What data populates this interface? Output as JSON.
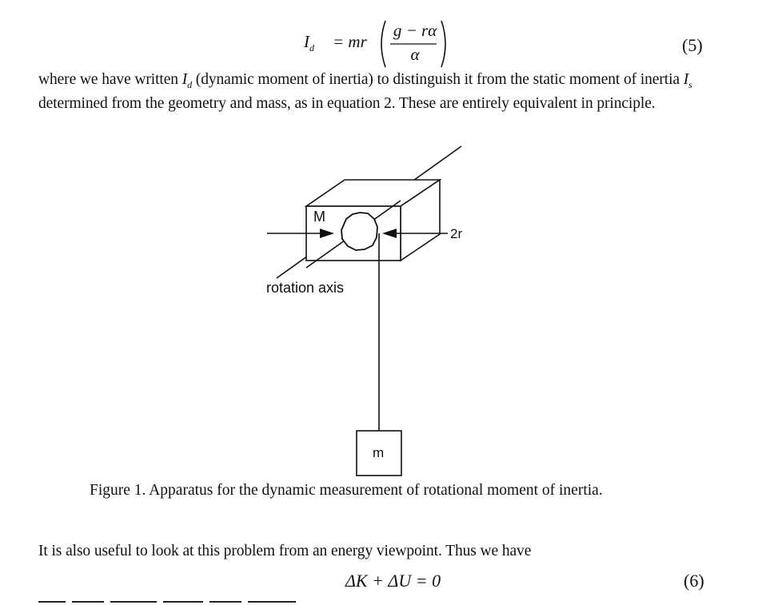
{
  "equation5": {
    "lhs_symbol": "I",
    "lhs_subscript": "d",
    "equals_mr": "= mr",
    "numerator": "g − rα",
    "denominator": "α",
    "number": "(5)"
  },
  "paragraph1": {
    "t1": "where we have written ",
    "sym_Id": "I",
    "sub_d": "d",
    "t2": " (dynamic moment of inertia) to distinguish it from the static moment of inertia ",
    "sym_Is": "I",
    "sub_s": "s",
    "t3": " determined from the geometry and mass, as in equation 2.  These are entirely equivalent in principle."
  },
  "figure": {
    "label_M": "M",
    "label_2r": "2r",
    "label_axis": "rotation axis",
    "label_m": "m",
    "caption": "Figure 1. Apparatus for the dynamic measurement of rotational moment of inertia."
  },
  "paragraph2": "It is also useful to look at this problem from an energy viewpoint.  Thus we have",
  "equation6": {
    "text": "ΔK + ΔU = 0",
    "number": "(6)"
  }
}
